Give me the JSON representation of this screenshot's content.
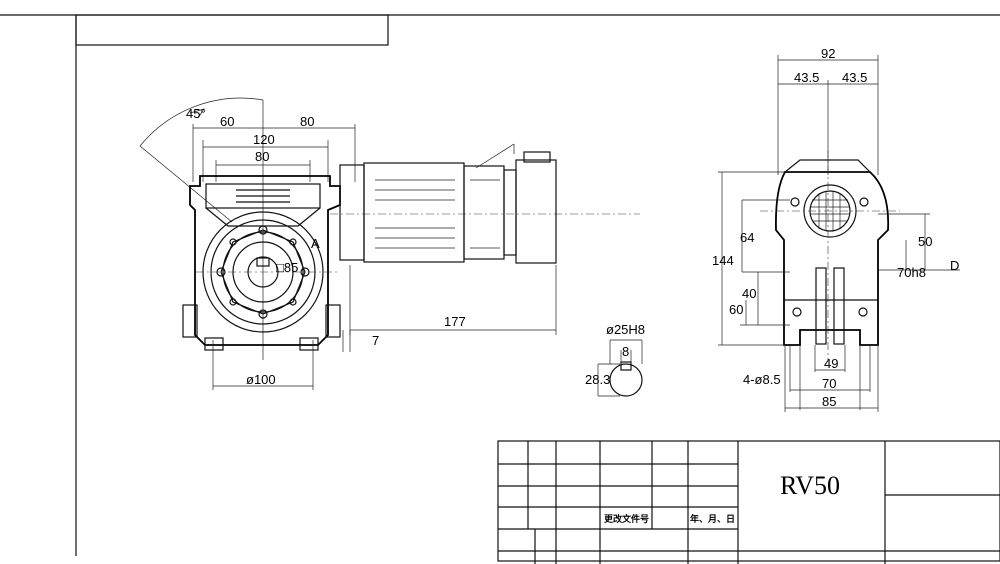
{
  "title_block": {
    "model": "RV50",
    "change_doc_label": "更改文件号",
    "date_label": "年、月、日"
  },
  "front_view": {
    "angle": "45°",
    "dim_left": "60",
    "dim_right": "80",
    "dim_width": "120",
    "dim_inner": "80",
    "dim_bore": "ø100",
    "dim_square": "□85",
    "label_a": "A",
    "dim_offset": "7"
  },
  "motor_view": {
    "dim_length": "177"
  },
  "shaft_detail": {
    "dim_shaft": "ø25H8",
    "dim_key": "8",
    "dim_depth": "28.3"
  },
  "side_view": {
    "dim_total": "92",
    "dim_half_left": "43.5",
    "dim_half_right": "43.5",
    "dim_height": "144",
    "dim_upper": "64",
    "dim_lower_a": "40",
    "dim_lower_b": "60",
    "dim_right_50": "50",
    "dim_shaft_tol": "70h8",
    "label_d": "D",
    "dim_49": "49",
    "dim_holes": "4-ø8.5",
    "dim_70": "70",
    "dim_85": "85"
  }
}
